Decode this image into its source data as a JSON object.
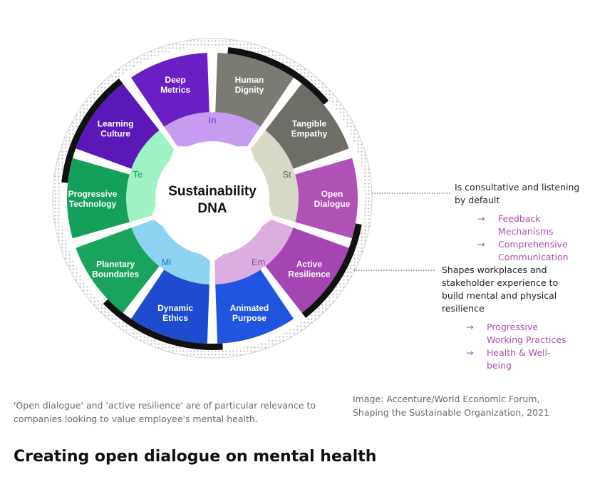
{
  "diagram": {
    "center_title_line1": "Sustainability",
    "center_title_line2": "DNA",
    "segments": [
      {
        "line1": "Deep",
        "line2": "Metrics",
        "color": "#6a1fc4"
      },
      {
        "line1": "Human",
        "line2": "Dignity",
        "color": "#7b7b73"
      },
      {
        "line1": "Tangible",
        "line2": "Empathy",
        "color": "#6e6e66"
      },
      {
        "line1": "Open",
        "line2": "Dialogue",
        "color": "#b052b5"
      },
      {
        "line1": "Active",
        "line2": "Resilience",
        "color": "#a545b2"
      },
      {
        "line1": "Animated",
        "line2": "Purpose",
        "color": "#1f55df"
      },
      {
        "line1": "Dynamic",
        "line2": "Ethics",
        "color": "#1e4bd0"
      },
      {
        "line1": "Planetary",
        "line2": "Boundaries",
        "color": "#1aa35d"
      },
      {
        "line1": "Progressive",
        "line2": "Technology",
        "color": "#14a05a"
      },
      {
        "line1": "Learning",
        "line2": "Culture",
        "color": "#5a18b8"
      }
    ],
    "cores": [
      {
        "label": "In",
        "color": "#c79bf0",
        "text_color": "#7a35c8"
      },
      {
        "label": "St",
        "color": "#d8d8c6",
        "text_color": "#666666"
      },
      {
        "label": "Em",
        "color": "#dcaee0",
        "text_color": "#a040a8"
      },
      {
        "label": "Mi",
        "color": "#8ed3f2",
        "text_color": "#2a6fd0"
      },
      {
        "label": "Te",
        "color": "#9ef2c4",
        "text_color": "#1aa05a"
      }
    ]
  },
  "annotations": {
    "open_dialogue": {
      "text": "Is consultative and listening by default",
      "items": [
        "Feedback Mechanisms",
        "Comprehensive Communication"
      ]
    },
    "active_resilience": {
      "text": "Shapes workplaces and stakeholder experience to build mental and physical resilience",
      "items": [
        "Progressive Working Practices",
        "Health & Well-being"
      ]
    },
    "arrow_glyph": "→"
  },
  "captions": {
    "left": "'Open dialogue' and 'active resilience' are of particular relevance to companies looking to value employee's mental health.",
    "right": "Image: Accenture/World Economic Forum, Shaping the Sustainable Organization, 2021"
  },
  "heading": "Creating open dialogue on mental health"
}
